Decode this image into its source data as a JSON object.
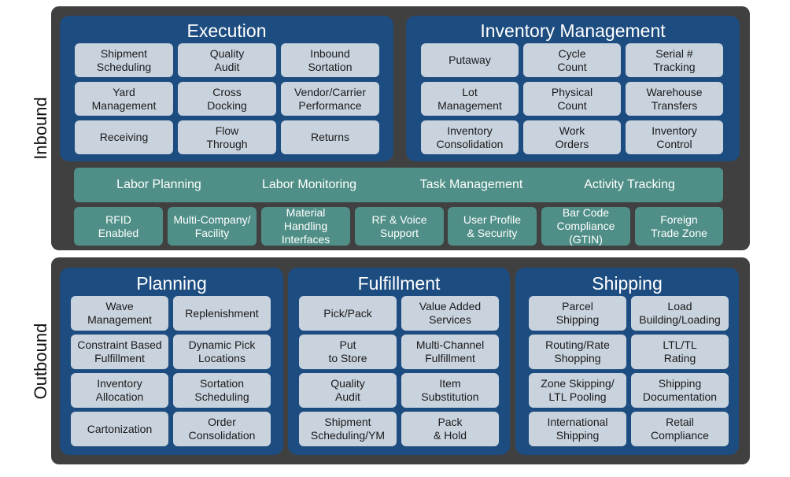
{
  "inbound": {
    "label": "Inbound",
    "execution": {
      "title": "Execution",
      "cells": [
        "Shipment\nScheduling",
        "Quality\nAudit",
        "Inbound\nSortation",
        "Yard\nManagement",
        "Cross\nDocking",
        "Vendor/Carrier\nPerformance",
        "Receiving",
        "Flow\nThrough",
        "Returns"
      ]
    },
    "inventory": {
      "title": "Inventory Management",
      "cells": [
        "Putaway",
        "Cycle\nCount",
        "Serial #\nTracking",
        "Lot\nManagement",
        "Physical\nCount",
        "Warehouse\nTransfers",
        "Inventory\nConsolidation",
        "Work\nOrders",
        "Inventory\nControl"
      ]
    },
    "labor": [
      "Labor Planning",
      "Labor Monitoring",
      "Task Management",
      "Activity Tracking"
    ],
    "features": [
      "RFID\nEnabled",
      "Multi-Company/\nFacility",
      "Material\nHandling\nInterfaces",
      "RF & Voice\nSupport",
      "User Profile\n& Security",
      "Bar Code\nCompliance\n(GTIN)",
      "Foreign\nTrade Zone"
    ]
  },
  "outbound": {
    "label": "Outbound",
    "planning": {
      "title": "Planning",
      "cells": [
        "Wave\nManagement",
        "Replenishment",
        "Constraint Based\nFulfillment",
        "Dynamic Pick\nLocations",
        "Inventory\nAllocation",
        "Sortation\nScheduling",
        "Cartonization",
        "Order\nConsolidation"
      ]
    },
    "fulfillment": {
      "title": "Fulfillment",
      "cells": [
        "Pick/Pack",
        "Value Added\nServices",
        "Put\nto Store",
        "Multi-Channel\nFulfillment",
        "Quality\nAudit",
        "Item\nSubstitution",
        "Shipment\nScheduling/YM",
        "Pack\n& Hold"
      ]
    },
    "shipping": {
      "title": "Shipping",
      "cells": [
        "Parcel\nShipping",
        "Load\nBuilding/Loading",
        "Routing/Rate\nShopping",
        "LTL/TL\nRating",
        "Zone Skipping/\nLTL Pooling",
        "Shipping\nDocumentation",
        "International\nShipping",
        "Retail\nCompliance"
      ]
    }
  }
}
